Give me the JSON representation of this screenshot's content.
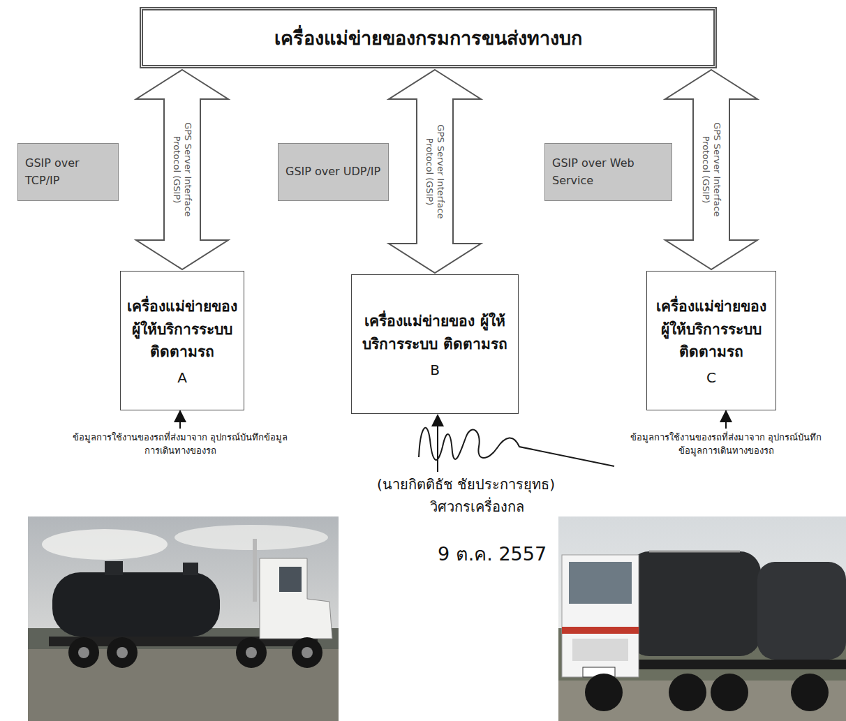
{
  "diagram": {
    "nodes": [
      {
        "text": [
          "เครื่องแม่ข่ายของกรมการขนส่งทางบก"
        ]
      },
      {
        "text": [
          "GSIP over TCP/IP"
        ]
      },
      {
        "text": [
          "GSIP over UDP/IP"
        ]
      },
      {
        "text": [
          "GSIP over Web Service"
        ]
      },
      {
        "text": [
          "เครื่องแม่ข่ายของ ผู้ให้บริการระบบ ติดตามรถ",
          "A"
        ]
      },
      {
        "text": [
          "เครื่องแม่ข่ายของ ผู้ให้บริการระบบ ติดตามรถ",
          "B"
        ]
      },
      {
        "text": [
          "เครื่องแม่ข่ายของ ผู้ให้บริการระบบ ติดตามรถ",
          "C"
        ]
      }
    ],
    "edges": [
      {
        "from": 0,
        "to": 4,
        "arrow": "both",
        "label": "GPS Server Interface Protocol (GSIP)"
      },
      {
        "from": 0,
        "to": 5,
        "arrow": "both",
        "label": "GPS Server Interface Protocol (GSIP)"
      },
      {
        "from": 0,
        "to": 6,
        "arrow": "both",
        "label": "GPS Server Interface Protocol (GSIP)"
      }
    ],
    "labels": [
      "ข้อมูลการใช้งานของรถที่ส่งมาจาก อุปกรณ์บันทึกข้อมูลการเดินทางของรถ",
      "ข้อมูลการใช้งานของรถที่ส่งมาจาก อุปกรณ์บันทึกข้อมูลการเดินทางของรถ",
      "(นายกิตติธัช ชัยประการยุทธ)",
      "วิศวกรเครื่องกล",
      "9 ต.ค. 2557"
    ]
  }
}
